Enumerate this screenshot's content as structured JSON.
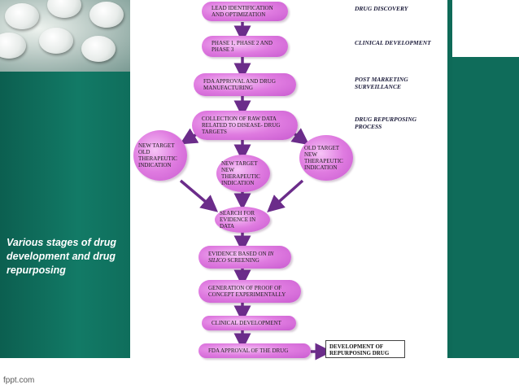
{
  "caption": "Various stages of drug development and drug repurposing",
  "footer": "fppt.com",
  "stages": {
    "discovery": "DRUG DISCOVERY",
    "clinical": "CLINICAL DEVELOPMENT",
    "post_marketing": "POST MARKETING SURVEILLANCE",
    "repurposing": "DRUG REPURPOSING PROCESS"
  },
  "nodes": {
    "lead": "LEAD IDENTIFICATION AND OPTIMIZATION",
    "phase": "PHASE 1, PHASE 2 AND PHASE 3",
    "fda_mfg": "FDA APPROVAL AND DRUG MANUFACTURING",
    "collection": "COLLECTION OF RAW DATA RELATED TO DISEASE- DRUG TARGETS",
    "new_old": "NEW TARGET OLD THERAPEUTIC INDICATION",
    "new_new": "NEW TARGET NEW THERAPEUTIC INDICATION",
    "old_new": "OLD TARGET NEW THERAPEUTIC INDICATION",
    "search": "SEARCH FOR EVIDENCE IN DATA",
    "insilico_prefix": "EVIDENCE BASED ON",
    "insilico_in": "IN",
    "insilico_silico": "SILICO",
    "insilico_suffix": "SCREENING",
    "proof": "GENERATION OF PROOF OF CONCEPT EXPERIMENTALLY",
    "clinical_dev": "CLINICAL DEVELOPMENT",
    "fda_drug": "FDA APPROVAL OF THE DRUG"
  },
  "result": "DEVELOPMENT OF REPURPOSING DRUG",
  "colors": {
    "node": "#df7be0",
    "arrow": "#6b2c8a",
    "teal": "#0f6c5a"
  }
}
